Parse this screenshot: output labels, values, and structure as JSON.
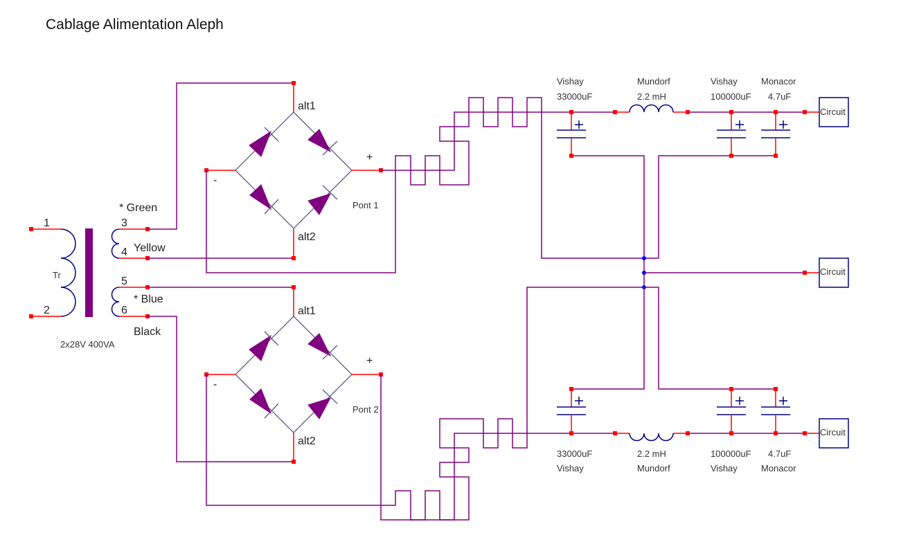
{
  "title": "Cablage Alimentation Aleph",
  "transformer": {
    "name": "Tr",
    "rating": "2x28V 400VA",
    "pins": [
      "1",
      "2",
      "3",
      "4",
      "5",
      "6"
    ],
    "wire_colors": {
      "pin3": "* Green",
      "pin4": "Yellow",
      "pin5": "* Blue",
      "pin6": "Black"
    }
  },
  "bridges": [
    {
      "name": "Pont 1",
      "ac1": "alt1",
      "ac2": "alt2",
      "plus": "+",
      "minus": "-"
    },
    {
      "name": "Pont 2",
      "ac1": "alt1",
      "ac2": "alt2",
      "plus": "+",
      "minus": "-"
    }
  ],
  "rails": [
    {
      "position": "top",
      "cap1": {
        "brand": "Vishay",
        "value": "33000uF",
        "polarity": "+"
      },
      "inductor": {
        "brand": "Mundorf",
        "value": "2.2 mH"
      },
      "cap2": {
        "brand": "Vishay",
        "value": "100000uF",
        "polarity": "+"
      },
      "cap3": {
        "brand": "Monacor",
        "value": "4.7uF",
        "polarity": "+"
      },
      "load": "Circuit"
    },
    {
      "position": "bottom",
      "cap1": {
        "brand": "Vishay",
        "value": "33000uF",
        "polarity": "+"
      },
      "inductor": {
        "brand": "Mundorf",
        "value": "2.2 mH"
      },
      "cap2": {
        "brand": "Vishay",
        "value": "100000uF",
        "polarity": "+"
      },
      "cap3": {
        "brand": "Monacor",
        "value": "4.7uF",
        "polarity": "+"
      },
      "load": "Circuit"
    }
  ],
  "ground_load": "Circuit",
  "colors": {
    "wire": "#800080",
    "lead": "#ff0000",
    "component": "#000080",
    "junction": "#0000ff"
  }
}
